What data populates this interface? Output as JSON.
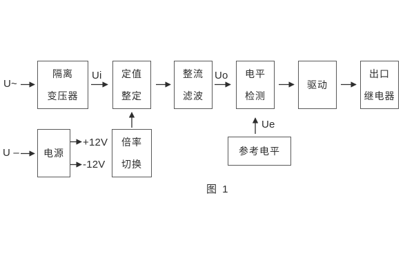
{
  "figure": {
    "caption": "图 1",
    "colors": {
      "background": "#ffffff",
      "line": "#2e2e2e",
      "box_border": "#585858",
      "text": "#2d2d2d"
    },
    "inputs": {
      "ac_label": "U~",
      "dc_label": "U –"
    },
    "signal_labels": {
      "ui": "Ui",
      "uo": "Uo",
      "ue": "Ue",
      "plus_12v": "+12V",
      "minus_12v": "-12V"
    },
    "blocks": {
      "isolation_transformer": {
        "line1": "隔离",
        "line2": "变压器"
      },
      "setting_adjustment": {
        "line1": "定值",
        "line2": "整定"
      },
      "rectifier_filter": {
        "line1": "整流",
        "line2": "滤波"
      },
      "level_detection": {
        "line1": "电平",
        "line2": "检测"
      },
      "driver": {
        "label": "驱动"
      },
      "output_relay": {
        "line1": "出口",
        "line2": "继电器"
      },
      "power_supply": {
        "label": "电源"
      },
      "ratio_switching": {
        "line1": "倍率",
        "line2": "切换"
      },
      "reference_level": {
        "label": "参考电平"
      }
    }
  }
}
